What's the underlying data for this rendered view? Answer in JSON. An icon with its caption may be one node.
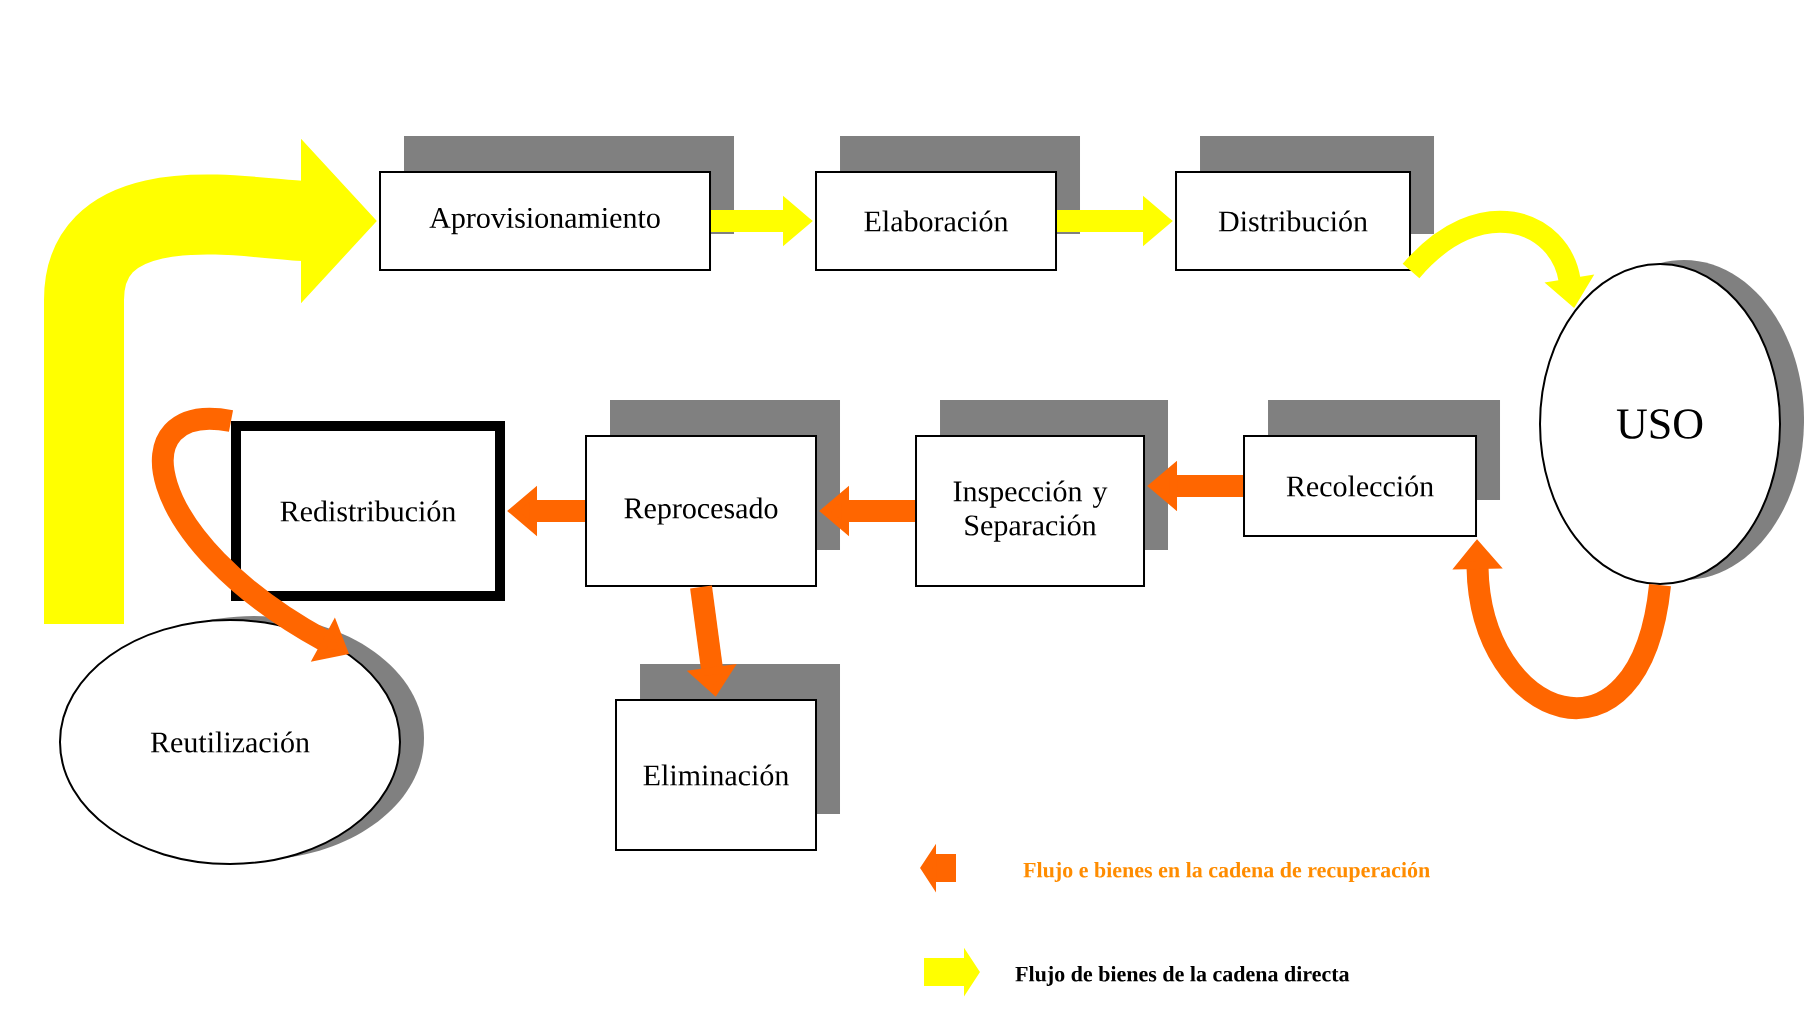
{
  "diagram": {
    "nodes": [
      {
        "text": [
          "Aprovisionamiento"
        ]
      },
      {
        "text": [
          "Elaboración"
        ]
      },
      {
        "text": [
          "Distribución"
        ]
      },
      {
        "text": [
          "USO"
        ]
      },
      {
        "text": [
          "Recolección"
        ]
      },
      {
        "text": [
          "Inspección y Separación"
        ]
      },
      {
        "text": [
          "Reprocesado"
        ]
      },
      {
        "text": [
          "Redistribución"
        ]
      },
      {
        "text": [
          "Reutilización"
        ]
      },
      {
        "text": [
          "Eliminación"
        ]
      }
    ],
    "edges": [
      {
        "from": null,
        "to": 0,
        "arrow": "to",
        "style": "thick",
        "color": "#ffff00"
      },
      {
        "from": 0,
        "to": 1,
        "arrow": "to",
        "color": "#ffff00"
      },
      {
        "from": 1,
        "to": 2,
        "arrow": "to",
        "color": "#ffff00"
      },
      {
        "from": 2,
        "to": 3,
        "arrow": "to",
        "color": "#ffff00"
      },
      {
        "from": 3,
        "to": 4,
        "arrow": "to"
      },
      {
        "from": 4,
        "to": 5,
        "arrow": "to"
      },
      {
        "from": 5,
        "to": 6,
        "arrow": "to"
      },
      {
        "from": 6,
        "to": 7,
        "arrow": "to"
      },
      {
        "from": 6,
        "to": 9,
        "arrow": "to"
      },
      {
        "from": 7,
        "to": 8,
        "arrow": "to"
      }
    ],
    "legend": [
      {
        "text": "Flujo e bienes en la cadena de recuperación",
        "color": "#ff6600"
      },
      {
        "text": "Flujo de bienes de la cadena directa",
        "color": "#ffff00"
      }
    ]
  }
}
